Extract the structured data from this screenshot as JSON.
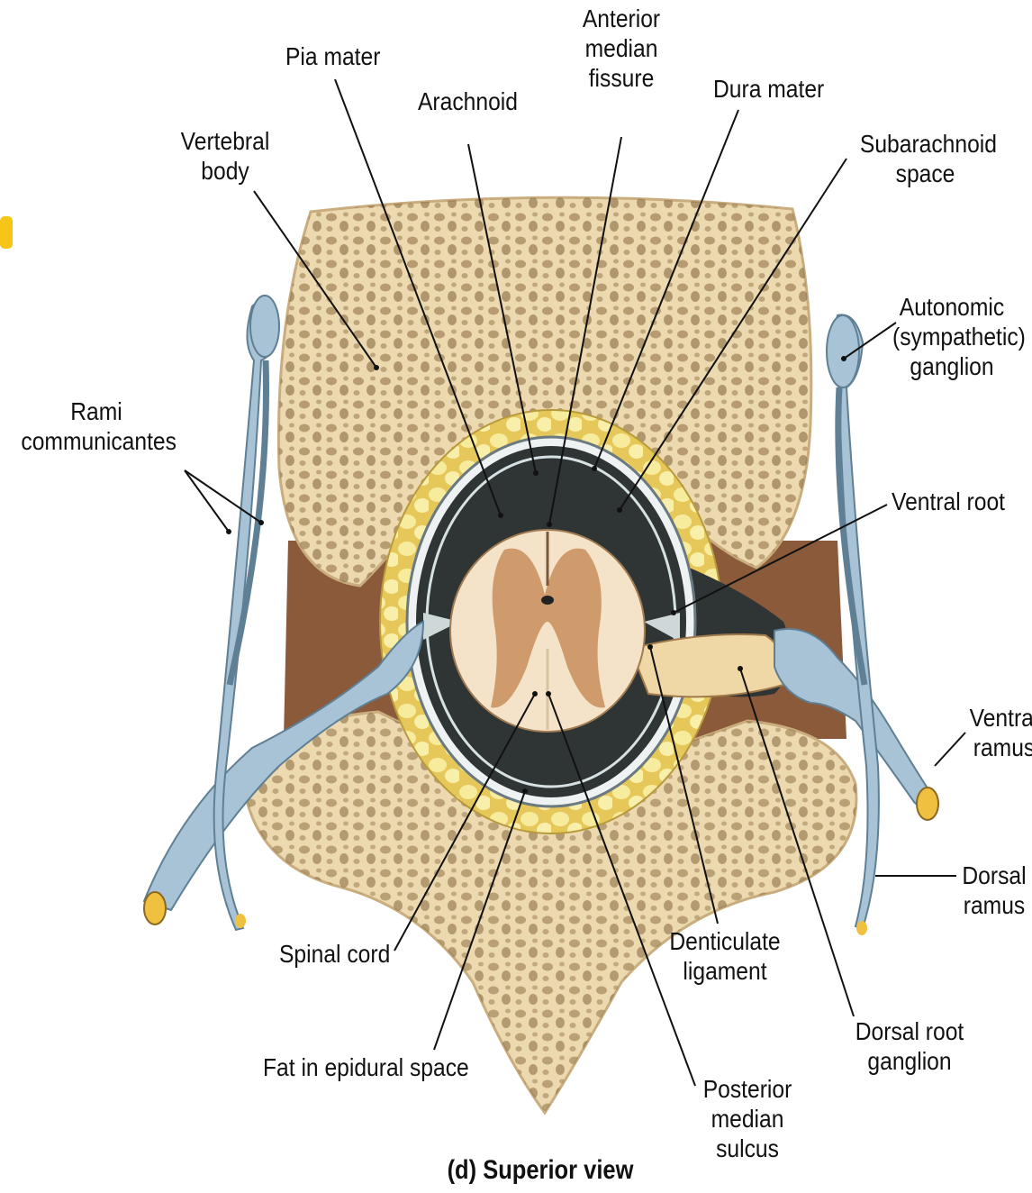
{
  "labels": {
    "pia_mater": "Pia mater",
    "anterior_median_fissure": [
      "Anterior",
      "median",
      "fissure"
    ],
    "arachnoid": "Arachnoid",
    "dura_mater": "Dura mater",
    "vertebral_body": [
      "Vertebral",
      "body"
    ],
    "subarachnoid_space": [
      "Subarachnoid",
      "space"
    ],
    "autonomic_ganglion": [
      "Autonomic",
      "(sympathetic)",
      "ganglion"
    ],
    "rami_communicantes": [
      "Rami",
      "communicantes"
    ],
    "ventral_root": "Ventral root",
    "ventral_ramus": [
      "Ventral",
      "ramus"
    ],
    "dorsal_ramus": [
      "Dorsal",
      "ramus"
    ],
    "spinal_cord": "Spinal cord",
    "denticulate_ligament": [
      "Denticulate",
      "ligament"
    ],
    "dorsal_root_ganglion": [
      "Dorsal root",
      "ganglion"
    ],
    "fat_in_epidural_space": "Fat in epidural space",
    "posterior_median_sulcus": [
      "Posterior",
      "median",
      "sulcus"
    ]
  },
  "caption": "(d) Superior view",
  "colors": {
    "bone": "#ecd9b0",
    "bone_pore": "#9d7f52",
    "nerve": "#a9c3d6",
    "fat": "#f3e08a",
    "dura": "#2f3535",
    "cord_white": "#f4e3c8",
    "cord_gray": "#cf9a6c",
    "ligament": "#8a5a3a",
    "accent": "#f5c518"
  }
}
